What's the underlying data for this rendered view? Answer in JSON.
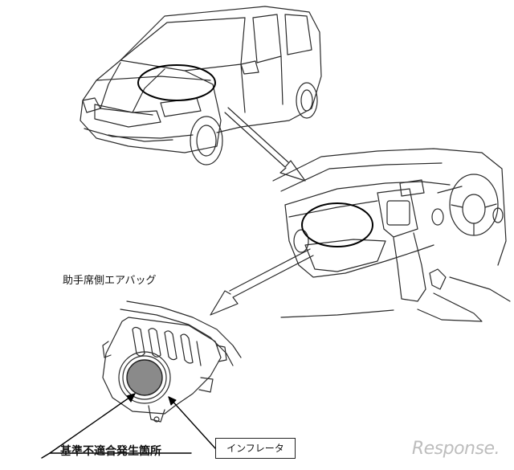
{
  "labels": {
    "airbag": "助手席側エアバッグ",
    "defect_location": "基準不適合発生箇所",
    "inflator": "インフレータ"
  },
  "watermark": "Response.",
  "colors": {
    "line": "#2a2a2a",
    "inflator_fill": "#8a8a8a",
    "watermark": "#bdbdbd"
  }
}
